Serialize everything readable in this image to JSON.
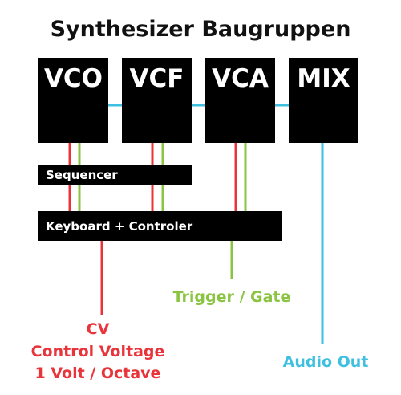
{
  "title": "Synthesizer Baugruppen",
  "modules": [
    {
      "label": "VCO"
    },
    {
      "label": "VCF"
    },
    {
      "label": "VCA"
    },
    {
      "label": "MIX"
    }
  ],
  "bars": {
    "sequencer": "Sequencer",
    "keyboard": "Keyboard + Controler"
  },
  "signals": {
    "cv": {
      "lines": [
        "CV",
        "Control Voltage",
        "1 Volt / Octave"
      ],
      "color": "#e8343a"
    },
    "trigger": {
      "text": "Trigger / Gate",
      "color": "#8bc441"
    },
    "audio": {
      "text": "Audio Out",
      "color": "#3fc0e0"
    }
  },
  "colors": {
    "block": "#000000",
    "cv": "#e8343a",
    "gate": "#8bc441",
    "audio": "#3fc0e0"
  }
}
